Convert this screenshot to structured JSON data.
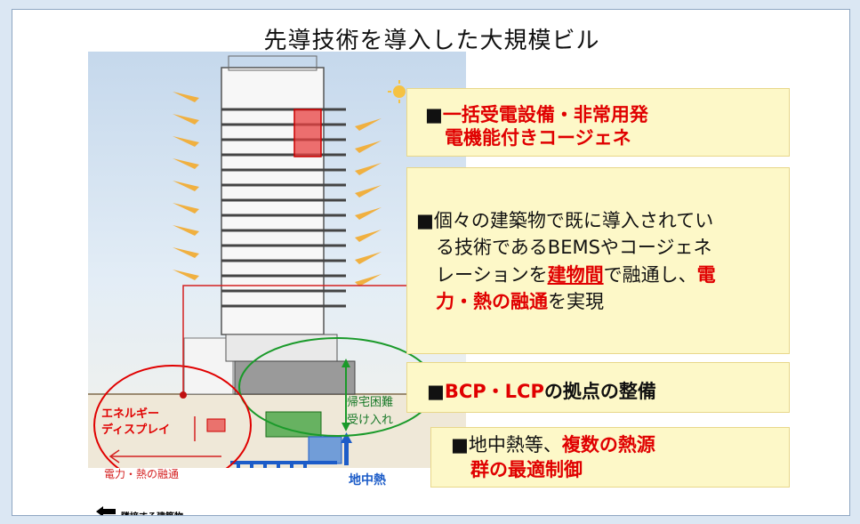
{
  "title": "先導技術を導入した大規模ビル",
  "callouts": {
    "c1": {
      "mark": "■",
      "red1": "一括受電設備・非常用発",
      "red2": "電機能付きコージェネ"
    },
    "c2": {
      "l1": "■個々の建築物で既に導入されてい",
      "l2": "る技術であるBEMSやコージェネ",
      "l3a": "レーションを",
      "l3b": "建物間",
      "l3c": "で融通し、",
      "l3d": "電",
      "l4a": "力・熱の融通",
      "l4b": "を実現"
    },
    "c3": {
      "mark": "■",
      "red": "BCP・LCP",
      "rest": "の拠点の整備"
    },
    "c4": {
      "l1a": "■地中熱等、",
      "l1b": "複数の熱源",
      "l2": "群の最適制御"
    }
  },
  "labels": {
    "energy1": "エネルギー",
    "energy2": "ディスプレイ",
    "flow": "電力・熱の融通",
    "geo": "地中熱",
    "evac1": "帰宅困難",
    "evac2": "受け入れ",
    "neighbor": "隣接する建築物"
  },
  "colors": {
    "highlight": "#e00000",
    "callout_bg": "#fdf8c8",
    "geo_blue": "#1c5cc8",
    "evac_green": "#1a9a2a"
  }
}
